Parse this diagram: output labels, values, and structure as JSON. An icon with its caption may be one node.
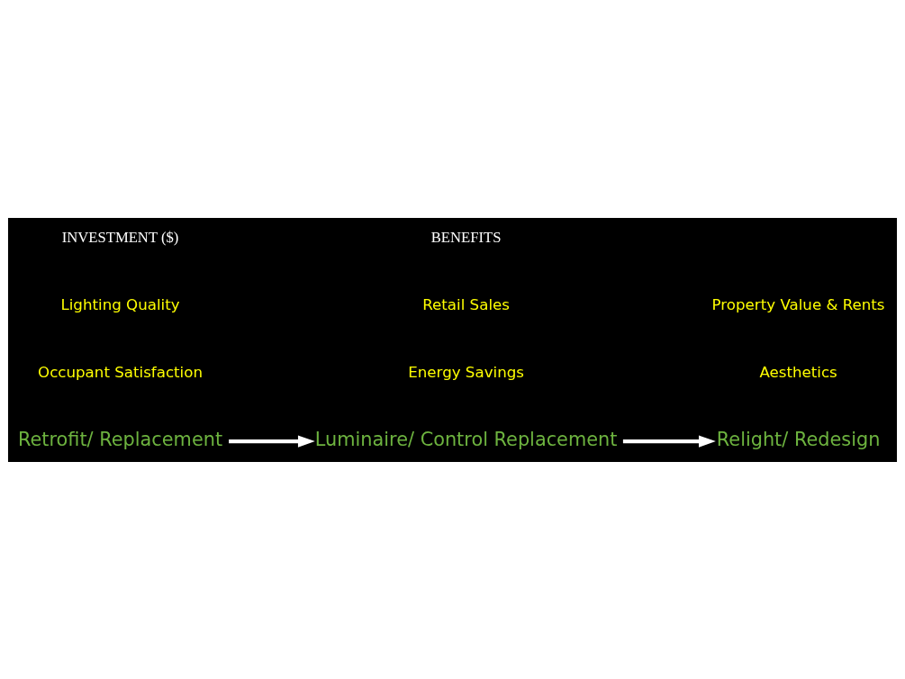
{
  "diagram": {
    "nodes": [
      {
        "text": [
          "Retrofit/ Replacement"
        ]
      },
      {
        "text": [
          "Luminaire/ Control Replacement"
        ]
      },
      {
        "text": [
          "Relight/ Redesign"
        ]
      }
    ],
    "edges": [
      {
        "from": 0,
        "to": 1,
        "arrow": "to"
      },
      {
        "from": 1,
        "to": 2,
        "arrow": "to"
      }
    ],
    "labels": [
      "Occupant Satisfaction",
      "Energy Savings",
      "Lighting Quality",
      "Aesthetics",
      "Retail Sales",
      "Property Value & Rents",
      "INVESTMENT ($)",
      "BENEFITS"
    ]
  }
}
